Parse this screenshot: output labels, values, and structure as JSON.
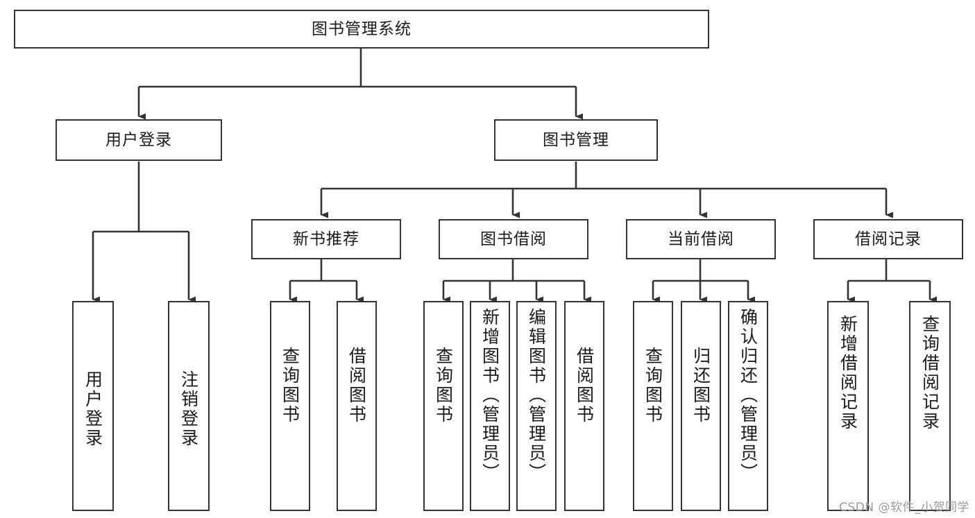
{
  "diagram": {
    "type": "tree-hierarchy",
    "title": "图书管理系统",
    "orientation": "top-down",
    "colors": {
      "box_border": "#333333",
      "box_fill": "#ffffff",
      "connector": "#333333",
      "text": "#1a1a1a",
      "watermark": "#9a9a9a",
      "background": "#ffffff"
    },
    "root": {
      "label": "图书管理系统"
    },
    "level2": [
      {
        "label": "用户登录"
      },
      {
        "label": "图书管理"
      }
    ],
    "level3": [
      {
        "label": "新书推荐"
      },
      {
        "label": "图书借阅"
      },
      {
        "label": "当前借阅"
      },
      {
        "label": "借阅记录"
      }
    ],
    "leaves": {
      "user_login": [
        {
          "label": "用户登录"
        },
        {
          "label": "注销登录"
        }
      ],
      "new_book_recommend": [
        {
          "label": "查询图书"
        },
        {
          "label": "借阅图书"
        }
      ],
      "book_borrow": [
        {
          "label": "查询图书"
        },
        {
          "label": "新增图书（管理员）"
        },
        {
          "label": "编辑图书（管理员）"
        },
        {
          "label": "借阅图书"
        }
      ],
      "current_borrow": [
        {
          "label": "查询图书"
        },
        {
          "label": "归还图书"
        },
        {
          "label": "确认归还（管理员）"
        }
      ],
      "borrow_record": [
        {
          "label": "新增借阅记录"
        },
        {
          "label": "查询借阅记录"
        }
      ]
    }
  },
  "watermark": {
    "text": "CSDN @软件_小贺同学"
  }
}
